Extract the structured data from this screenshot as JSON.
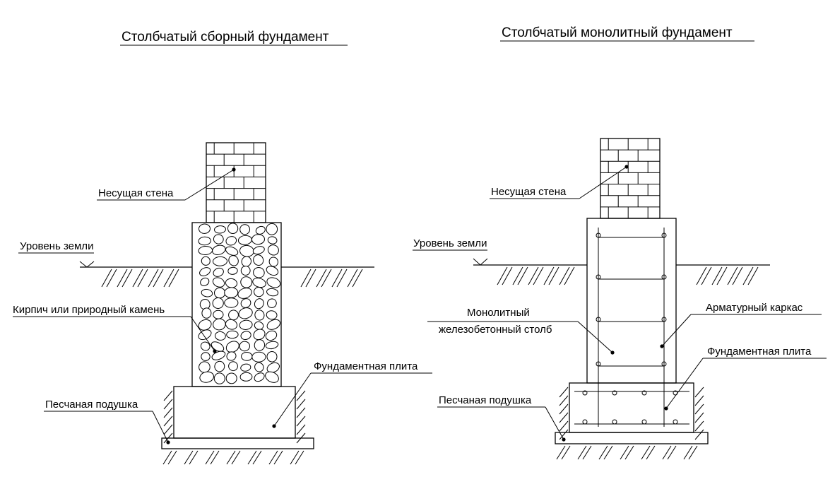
{
  "left": {
    "title": "Столбчатый сборный фундамент",
    "labels": {
      "wall": "Несущая стена",
      "ground": "Уровень земли",
      "column": "Кирпич или природный камень",
      "slab": "Фундаментная плита",
      "cushion": "Песчаная подушка"
    }
  },
  "right": {
    "title": "Столбчатый монолитный фундамент",
    "labels": {
      "wall": "Несущая стена",
      "ground": "Уровень земли",
      "column_line1": "Монолитный",
      "column_line2": "железобетонный столб",
      "rebar": "Арматурный каркас",
      "slab": "Фундаментная плита",
      "cushion": "Песчаная подушка"
    }
  }
}
